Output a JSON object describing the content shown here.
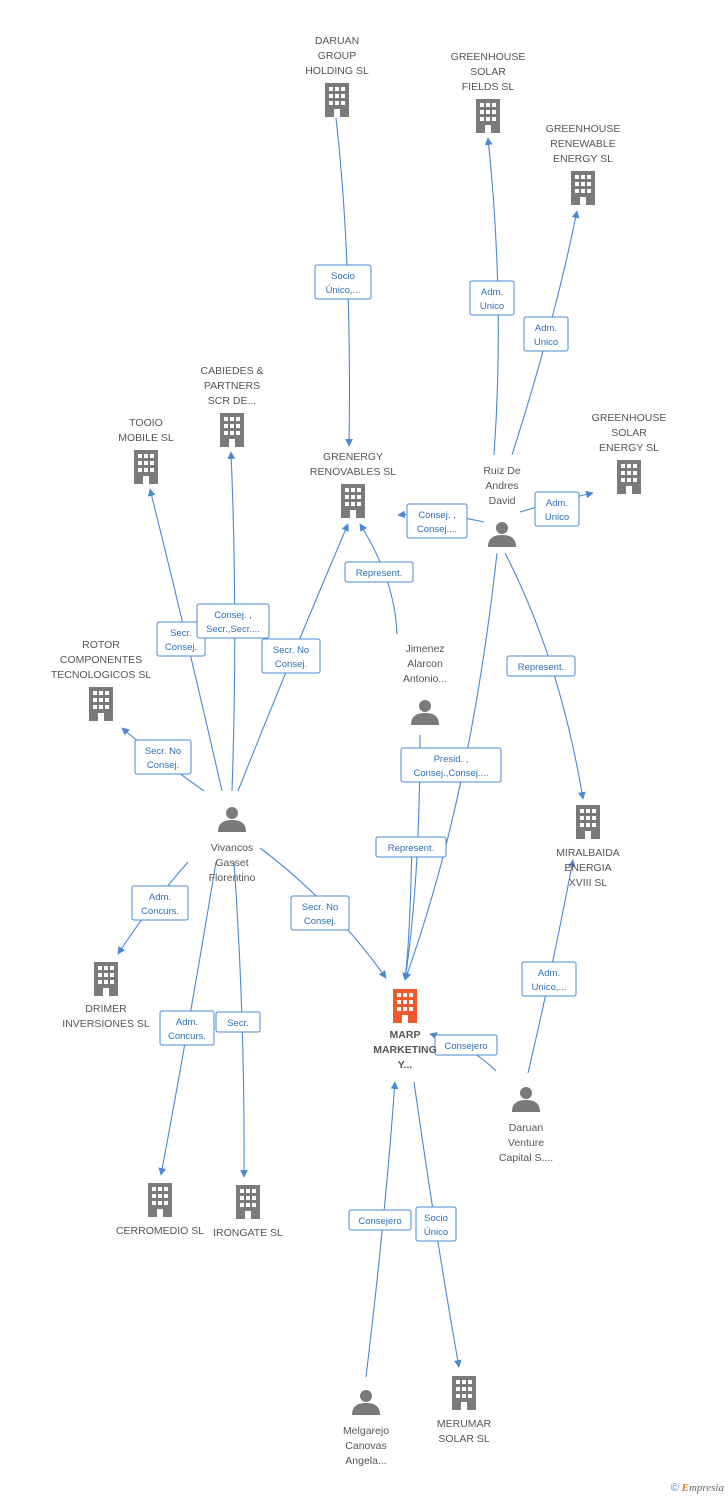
{
  "nodes": [
    {
      "id": "darguan_group",
      "type": "company",
      "lines": [
        "DARUAN",
        "GROUP",
        "HOLDING  SL"
      ]
    },
    {
      "id": "greenhouse_solar_fields",
      "type": "company",
      "lines": [
        "GREENHOUSE",
        "SOLAR",
        "FIELDS SL"
      ]
    },
    {
      "id": "greenhouse_renewable",
      "type": "company",
      "lines": [
        "GREENHOUSE",
        "RENEWABLE",
        "ENERGY SL"
      ]
    },
    {
      "id": "greenhouse_solar_energy",
      "type": "company",
      "lines": [
        "GREENHOUSE",
        "SOLAR",
        "ENERGY SL"
      ]
    },
    {
      "id": "cabiedes",
      "type": "company",
      "lines": [
        "CABIEDES &",
        "PARTNERS",
        "SCR DE..."
      ]
    },
    {
      "id": "tooio",
      "type": "company",
      "lines": [
        "TOOIO",
        "MOBILE SL"
      ]
    },
    {
      "id": "grenergy",
      "type": "company",
      "lines": [
        "GRENERGY",
        "RENOVABLES SL"
      ]
    },
    {
      "id": "ruiz",
      "type": "person",
      "lines": [
        "Ruiz De",
        "Andres",
        "David"
      ]
    },
    {
      "id": "rotor",
      "type": "company",
      "lines": [
        "ROTOR",
        "COMPONENTES",
        "TECNOLOGICOS SL"
      ]
    },
    {
      "id": "jimenez",
      "type": "person",
      "lines": [
        "Jimenez",
        "Alarcon",
        "Antonio..."
      ]
    },
    {
      "id": "vivancos",
      "type": "person",
      "lines": [
        "Vivancos",
        "Gasset",
        "Florentino"
      ]
    },
    {
      "id": "miralbaida",
      "type": "company",
      "lines": [
        "MIRALBAIDA",
        "ENERGIA",
        "XVIII SL"
      ]
    },
    {
      "id": "drimer",
      "type": "company",
      "lines": [
        "DRIMER",
        "INVERSIONES SL"
      ]
    },
    {
      "id": "marp",
      "type": "focus",
      "lines": [
        "MARP",
        "MARKETING",
        "Y..."
      ]
    },
    {
      "id": "daruan_venture",
      "type": "person",
      "lines": [
        "Daruan",
        "Venture",
        "Capital S...."
      ]
    },
    {
      "id": "cerromedio",
      "type": "company",
      "lines": [
        "CERROMEDIO SL"
      ]
    },
    {
      "id": "irongate",
      "type": "company",
      "lines": [
        "IRONGATE SL"
      ]
    },
    {
      "id": "melgarejo",
      "type": "person",
      "lines": [
        "Melgarejo",
        "Canovas",
        "Angela..."
      ]
    },
    {
      "id": "merumar",
      "type": "company",
      "lines": [
        "MERUMAR",
        "SOLAR SL"
      ]
    }
  ],
  "edges": [
    {
      "id": "e1",
      "lines": [
        "Socio",
        "Único,..."
      ]
    },
    {
      "id": "e2",
      "lines": [
        "Adm.",
        "Unico"
      ]
    },
    {
      "id": "e3",
      "lines": [
        "Adm.",
        "Unico"
      ]
    },
    {
      "id": "e4",
      "lines": [
        "Adm.",
        "Unico"
      ]
    },
    {
      "id": "e5",
      "lines": [
        "Consej. ,",
        "Consej...."
      ]
    },
    {
      "id": "e6",
      "lines": [
        "Represent."
      ]
    },
    {
      "id": "e7",
      "lines": [
        "Secr.",
        "Consej."
      ]
    },
    {
      "id": "e8",
      "lines": [
        "Consej. ,",
        "Secr.,Secr...."
      ]
    },
    {
      "id": "e9",
      "lines": [
        "Secr.  No",
        "Consej."
      ]
    },
    {
      "id": "e10",
      "lines": [
        "Secr.  No",
        "Consej."
      ]
    },
    {
      "id": "e11",
      "lines": [
        "Represent."
      ]
    },
    {
      "id": "e12",
      "lines": [
        "Presid. ,",
        "Consej.,Consej...."
      ]
    },
    {
      "id": "e13",
      "lines": [
        "Represent."
      ]
    },
    {
      "id": "e14",
      "lines": [
        "Adm.",
        "Concurs."
      ]
    },
    {
      "id": "e15",
      "lines": [
        "Secr.  No",
        "Consej."
      ]
    },
    {
      "id": "e16",
      "lines": [
        "Adm.",
        "Unico,..."
      ]
    },
    {
      "id": "e17",
      "lines": [
        "Consejero"
      ]
    },
    {
      "id": "e18",
      "lines": [
        "Adm.",
        "Concurs."
      ]
    },
    {
      "id": "e19",
      "lines": [
        "Secr."
      ]
    },
    {
      "id": "e20",
      "lines": [
        "Consejero"
      ]
    },
    {
      "id": "e21",
      "lines": [
        "Socio",
        "Único"
      ]
    }
  ],
  "footer": {
    "copyright": "©",
    "brand_initial": "E",
    "brand_rest": "mpresia"
  },
  "colors": {
    "edge": "#4a88d4",
    "company_icon": "#7a7a7a",
    "focus_icon": "#f05a2a",
    "person_icon": "#7a7a7a"
  }
}
